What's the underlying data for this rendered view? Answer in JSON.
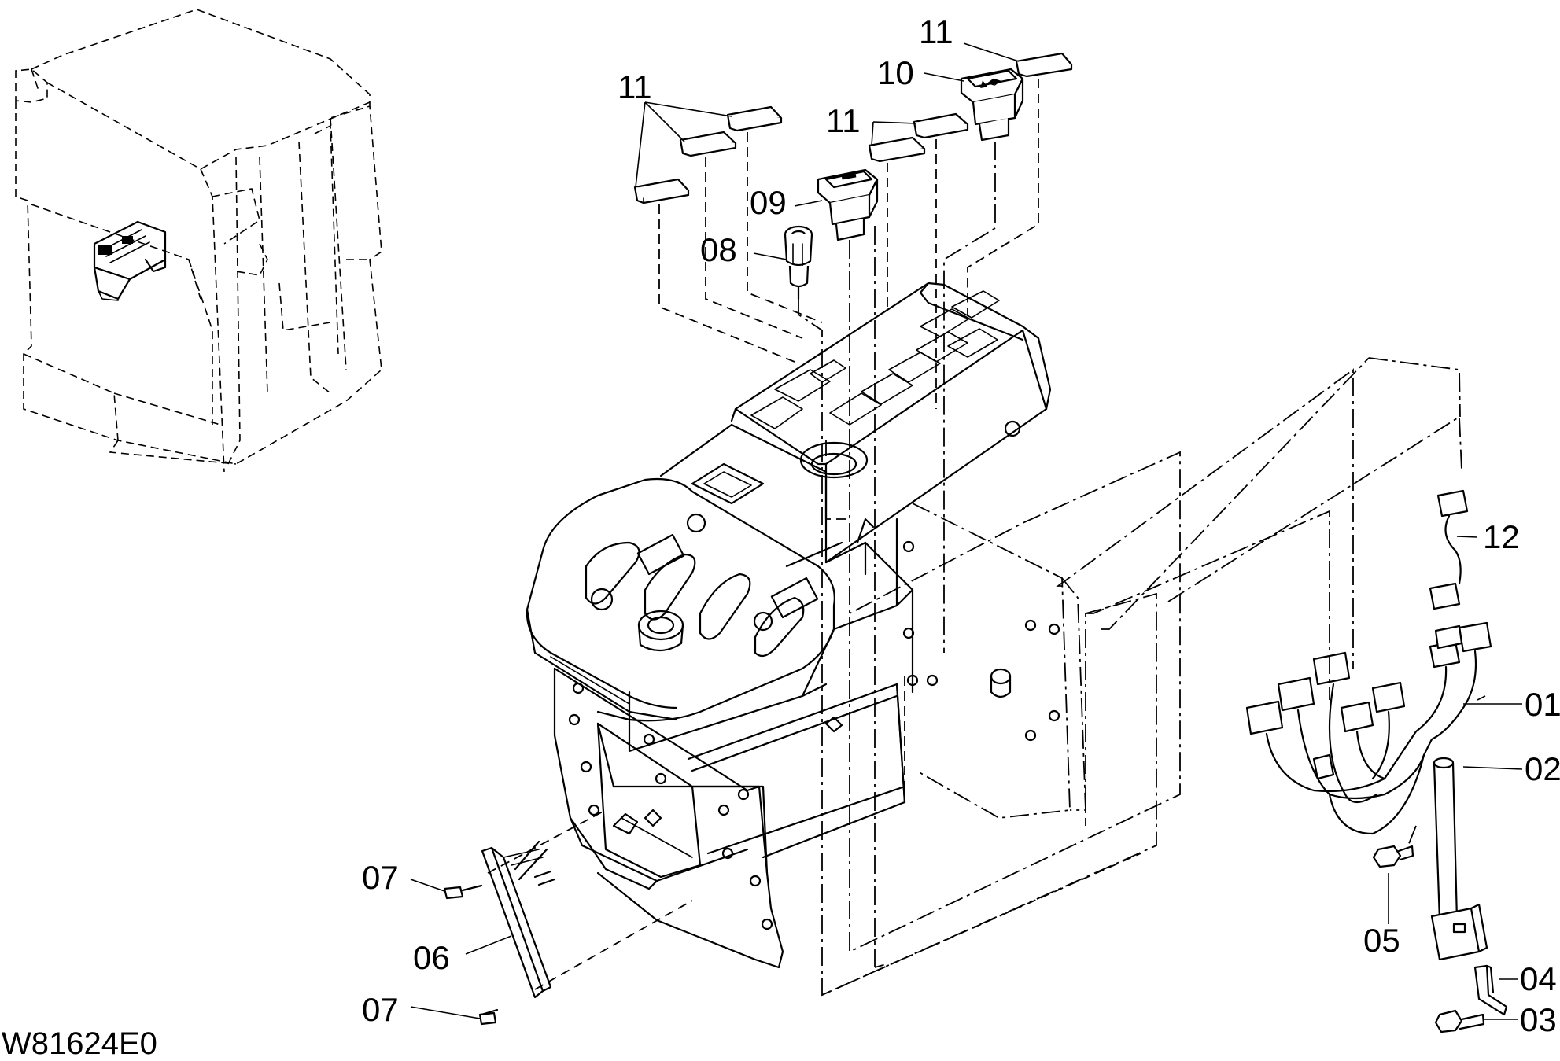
{
  "figure_code": "W81624E0",
  "callouts": {
    "p01": "01",
    "p02": "02",
    "p03": "03",
    "p04": "04",
    "p05": "05",
    "p06": "06",
    "p07a": "07",
    "p07b": "07",
    "p08": "08",
    "p09": "09",
    "p10": "10",
    "p11a": "11",
    "p11b": "11",
    "p11c": "11",
    "p12": "12"
  }
}
